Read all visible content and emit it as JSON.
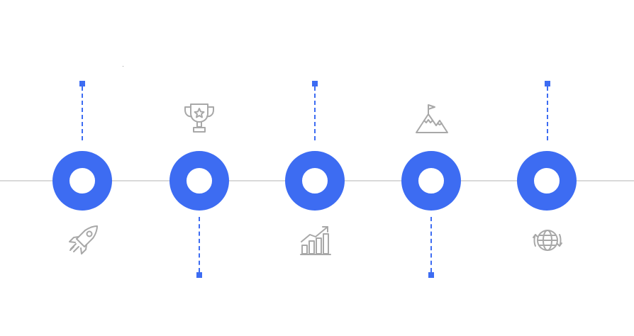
{
  "timeline": {
    "accent_color": "#3d6cf2",
    "line_color": "#d9d9d9",
    "icon_color": "#a8a8a8",
    "milestones": [
      {
        "icon": "rocket-icon",
        "connector": "up"
      },
      {
        "icon": "trophy-icon",
        "connector": "down"
      },
      {
        "icon": "growth-chart-icon",
        "connector": "up"
      },
      {
        "icon": "mountain-flag-icon",
        "connector": "down"
      },
      {
        "icon": "globe-icon",
        "connector": "up"
      }
    ]
  }
}
